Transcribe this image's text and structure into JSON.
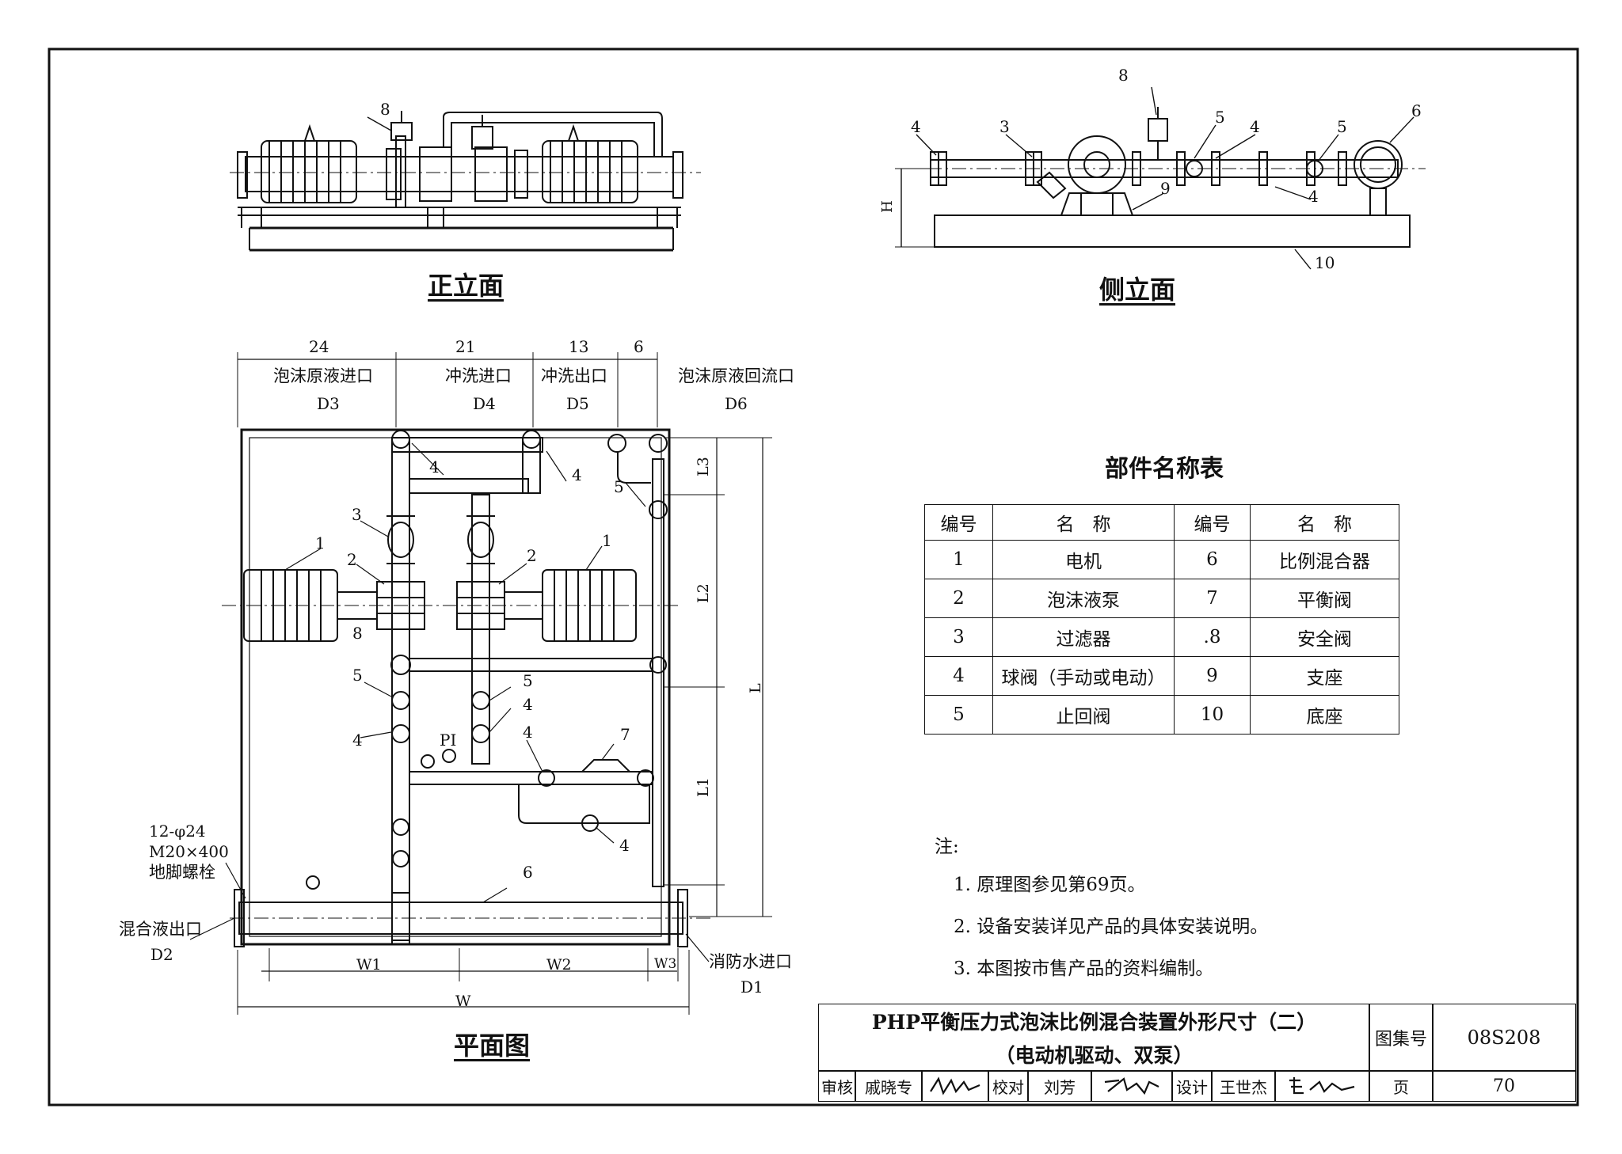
{
  "views": {
    "front_title": "正立面",
    "side_title": "侧立面",
    "plan_title": "平面图"
  },
  "front_labels": {
    "valve": "8"
  },
  "side_labels": [
    "4",
    "3",
    "8",
    "5",
    "4",
    "5",
    "6",
    "9",
    "4",
    "10"
  ],
  "side_dim": "H",
  "plan": {
    "top_dims": [
      "24",
      "21",
      "13",
      "6"
    ],
    "ports_top": [
      {
        "name": "泡沫原液进口",
        "code": "D3"
      },
      {
        "name": "冲洗进口",
        "code": "D4"
      },
      {
        "name": "冲洗出口",
        "code": "D5"
      },
      {
        "name": "泡沫原液回流口",
        "code": "D6"
      }
    ],
    "right_dims": [
      "L3",
      "L2",
      "L1",
      "L"
    ],
    "bottom_dims": [
      "W1",
      "W2",
      "W3",
      "W"
    ],
    "bolts": [
      "12-φ24",
      "M20×400",
      "地脚螺栓"
    ],
    "left_port": {
      "name": "混合液出口",
      "code": "D2"
    },
    "right_port": {
      "name": "消防水进口",
      "code": "D1"
    },
    "callouts": [
      "4",
      "4",
      "5",
      "3",
      "2",
      "1",
      "2",
      "1",
      "8",
      "5",
      "4",
      "5",
      "4",
      "4",
      "7",
      "PI",
      "6",
      "4"
    ]
  },
  "parts_table": {
    "title": "部件名称表",
    "headers": [
      "编号",
      "名　称",
      "编号",
      "名　称"
    ],
    "rows": [
      [
        "1",
        "电机",
        "6",
        "比例混合器"
      ],
      [
        "2",
        "泡沫液泵",
        "7",
        "平衡阀"
      ],
      [
        "3",
        "过滤器",
        ".8",
        "安全阀"
      ],
      [
        "4",
        "球阀（手动或电动）",
        "9",
        "支座"
      ],
      [
        "5",
        "止回阀",
        "10",
        "底座"
      ]
    ]
  },
  "notes": {
    "title": "注:",
    "items": [
      "1. 原理图参见第69页。",
      "2. 设备安装详见产品的具体安装说明。",
      "3. 本图按市售产品的资料编制。"
    ]
  },
  "title_block": {
    "title_line1": "PHP平衡压力式泡沫比例混合装置外形尺寸（二）",
    "title_line2": "（电动机驱动、双泵）",
    "atlas_label": "图集号",
    "atlas_no": "08S208",
    "page_label": "页",
    "page_no": "70",
    "review_label": "审核",
    "reviewer": "戚晓专",
    "check_label": "校对",
    "checker": "刘芳",
    "design_label": "设计",
    "designer": "王世杰"
  }
}
